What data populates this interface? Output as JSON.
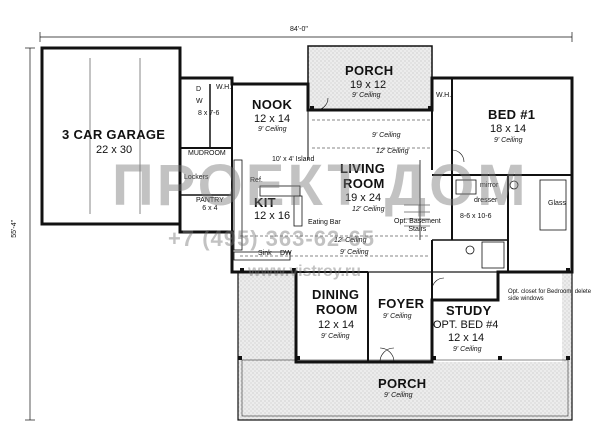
{
  "overall": {
    "width": "84'-0\"",
    "depth": "55'-4\""
  },
  "rooms": {
    "garage": {
      "name": "3 CAR GARAGE",
      "size": "22 x 30"
    },
    "porch_top": {
      "name": "PORCH",
      "size": "19 x 12",
      "ceiling": "9' Ceiling"
    },
    "nook": {
      "name": "NOOK",
      "size": "12 x 14",
      "ceiling": "9' Ceiling"
    },
    "bed1": {
      "name": "BED #1",
      "size": "18 x 14",
      "ceiling": "9' Ceiling"
    },
    "living": {
      "name_line1": "LIVING",
      "name_line2": "ROOM",
      "size": "19 x 24",
      "ceiling": "12' Ceiling"
    },
    "kit": {
      "name": "KIT",
      "size": "12 x 16"
    },
    "dining": {
      "name_line1": "DINING",
      "name_line2": "ROOM",
      "size": "12 x 14",
      "ceiling": "9' Ceiling"
    },
    "foyer": {
      "name": "FOYER",
      "ceiling": "9' Ceiling"
    },
    "study": {
      "name_line1": "STUDY",
      "name_line2": "OPT. BED #4",
      "size": "12 x 14",
      "ceiling": "9' Ceiling"
    },
    "porch_bottom": {
      "name": "PORCH",
      "ceiling": "9' Ceiling"
    }
  },
  "labels": {
    "laundry_size": "8 x 7-6",
    "laundry_d": "D",
    "laundry_w": "W",
    "laundry_wh": "W.H.",
    "mudroom": "MUDROOM",
    "lockers": "Lockers",
    "pantry_line1": "PANTRY",
    "pantry_line2": "6 x 4",
    "island": "10' x 4' Island",
    "ref": "Ref.",
    "eating_bar": "Eating Bar",
    "sink": "Sink",
    "dw": "DW",
    "ceiling_9": "9' Ceiling",
    "ceiling_12": "12' Ceiling",
    "basement_stairs_line1": "Opt. Basement",
    "basement_stairs_line2": "Stairs",
    "ceiling_12_lower": "12' Ceiling",
    "ceiling_9_lower": "9' Ceiling",
    "wh_porch": "W.H.",
    "mirror": "mirror",
    "dresser": "dresser",
    "wic_size": "8-6 x 10-6",
    "glass": "Glass",
    "closet_note": "Opt. closet for Bedroom, delete side windows"
  },
  "watermark": {
    "logo": "ПРОЕКТ ДОМ",
    "phone": "+7 (495) 363-62-65",
    "site": "www.vistroy.ru"
  },
  "colors": {
    "line": "#111111",
    "porch_fill": "#e4e4e4",
    "watermark": "#8a8a8a"
  }
}
